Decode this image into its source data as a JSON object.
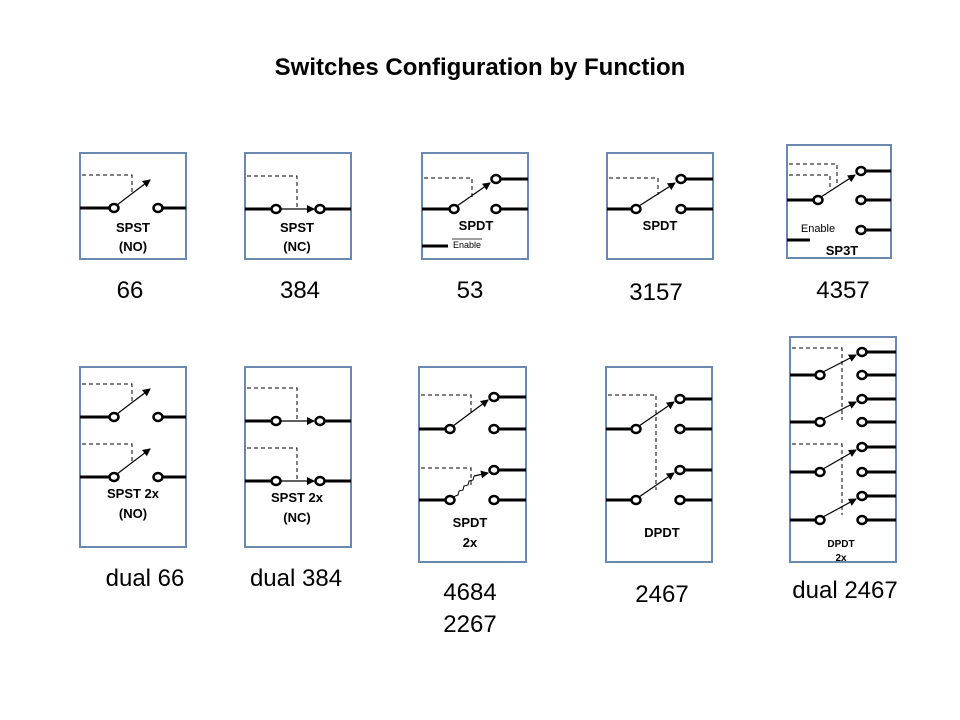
{
  "title": "Switches Configuration by Function",
  "colors": {
    "box_border": "#6a88b0",
    "line": "#000000"
  },
  "switches": [
    {
      "label": [
        "SPST",
        "(NO)"
      ],
      "part": [
        "66"
      ]
    },
    {
      "label": [
        "SPST",
        "(NC)"
      ],
      "part": [
        "384"
      ]
    },
    {
      "label": [
        "SPDT"
      ],
      "enable": "Enable",
      "part": [
        "53"
      ]
    },
    {
      "label": [
        "SPDT"
      ],
      "part": [
        "3157"
      ]
    },
    {
      "label": [
        "SP3T"
      ],
      "enable": "Enable",
      "part": [
        "4357"
      ]
    },
    {
      "label": [
        "SPST 2x",
        "(NO)"
      ],
      "part": [
        "dual 66"
      ]
    },
    {
      "label": [
        "SPST 2x",
        "(NC)"
      ],
      "part": [
        "dual 384"
      ]
    },
    {
      "label": [
        "SPDT",
        "2x"
      ],
      "part": [
        "4684",
        "2267"
      ]
    },
    {
      "label": [
        "DPDT"
      ],
      "part": [
        "2467"
      ]
    },
    {
      "label": [
        "DPDT",
        "2x"
      ],
      "part": [
        "dual 2467"
      ]
    }
  ]
}
